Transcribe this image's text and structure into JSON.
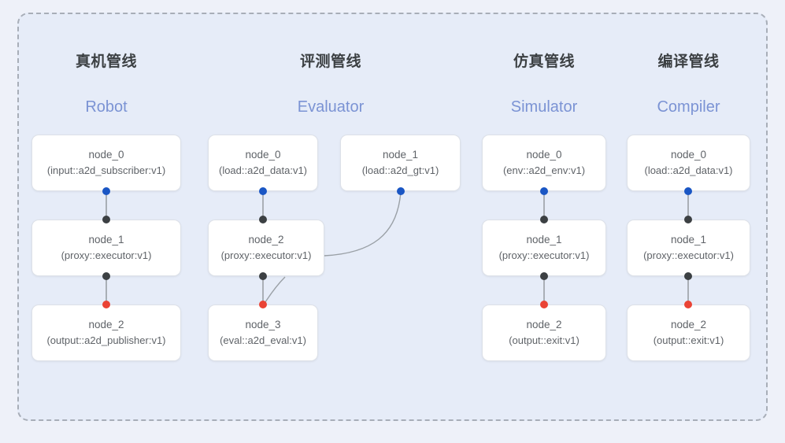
{
  "diagram": {
    "frame_label": "pipelines-group",
    "background_color": "#eef1f9",
    "group_fill": "#e6ecf8",
    "group_border_color": "#a8aeb8",
    "accent_color": "#7b93d4",
    "port_colors": {
      "output_blue": "#1a56c4",
      "input_dark": "#3c4043",
      "terminal_red": "#ea4335"
    }
  },
  "columns": [
    {
      "title": "真机管线",
      "subtitle": "Robot",
      "nodes": [
        {
          "name": "node_0",
          "type": "(input::a2d_subscriber:v1)"
        },
        {
          "name": "node_1",
          "type": "(proxy::executor:v1)"
        },
        {
          "name": "node_2",
          "type": "(output::a2d_publisher:v1)"
        }
      ]
    },
    {
      "title": "评测管线",
      "subtitle": "Evaluator",
      "nodes": [
        {
          "name": "node_0",
          "type": "(load::a2d_data:v1)"
        },
        {
          "name": "node_1",
          "type": "(load::a2d_gt:v1)"
        },
        {
          "name": "node_2",
          "type": "(proxy::executor:v1)"
        },
        {
          "name": "node_3",
          "type": "(eval::a2d_eval:v1)"
        }
      ]
    },
    {
      "title": "仿真管线",
      "subtitle": "Simulator",
      "nodes": [
        {
          "name": "node_0",
          "type": "(env::a2d_env:v1)"
        },
        {
          "name": "node_1",
          "type": "(proxy::executor:v1)"
        },
        {
          "name": "node_2",
          "type": "(output::exit:v1)"
        }
      ]
    },
    {
      "title": "编译管线",
      "subtitle": "Compiler",
      "nodes": [
        {
          "name": "node_0",
          "type": "(load::a2d_data:v1)"
        },
        {
          "name": "node_1",
          "type": "(proxy::executor:v1)"
        },
        {
          "name": "node_2",
          "type": "(output::exit:v1)"
        }
      ]
    }
  ]
}
